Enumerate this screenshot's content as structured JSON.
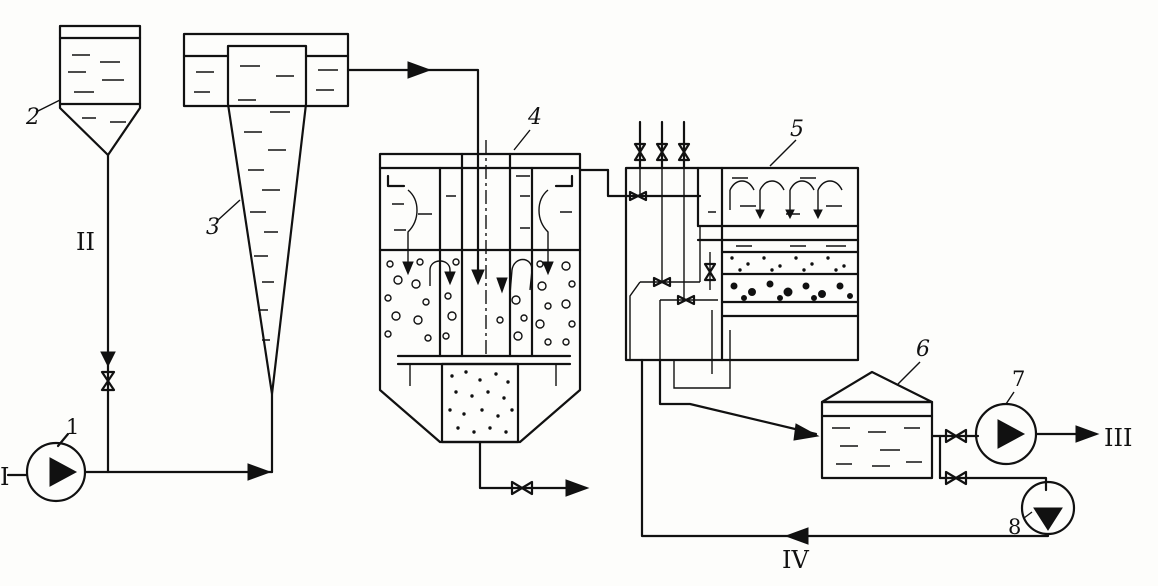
{
  "streams": {
    "inlet": "I",
    "reagent": "II",
    "outlet": "III",
    "return": "IV"
  },
  "units": {
    "pump_1": "1",
    "reagent_tank_2": "2",
    "hydrocyclone_3": "3",
    "clarifier_4": "4",
    "filter_5": "5",
    "clean_water_tank_6": "6",
    "pump_7": "7",
    "pump_8": "8"
  }
}
